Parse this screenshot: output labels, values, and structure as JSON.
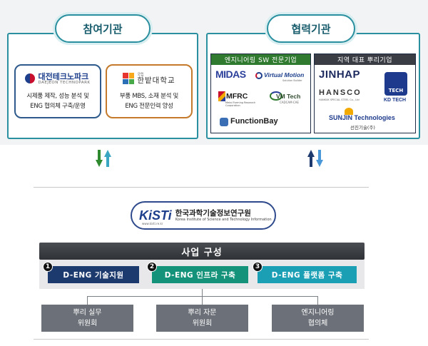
{
  "participating": {
    "title": "참여기관",
    "orgs": [
      {
        "name": "대전테크노파크",
        "name_en": "DAEJEON TECHNOPARK",
        "desc1": "시제품 제작, 성능 분석 및",
        "desc2": "ENG 협의체 구축/운영"
      },
      {
        "name_small": "국립",
        "name": "한밭대학교",
        "desc1": "부품 MBS, 소재 분석 및",
        "desc2": "ENG 전문인력 양성"
      }
    ]
  },
  "partners": {
    "title": "협력기관",
    "sw_group": {
      "header": "엔지니어링 SW 전문기업",
      "logos": [
        "MIDAS",
        "Virtual Motion",
        "MFRC",
        "VM Tech",
        "FunctionBay"
      ],
      "sublabels": {
        "mfrc": "Metal Forming Research Corporation",
        "vmtech": "CADCAM·CAE",
        "vmotion": "Solution Builder"
      }
    },
    "root_group": {
      "header": "지역 대표 뿌리기업",
      "logos": [
        "JINHAP",
        "HANSCO",
        "KD TECH",
        "SUNJIN Technologies"
      ],
      "sublabels": {
        "hansco": "HANKUK SPECIAL STEEL Co., Ltd",
        "kdtech_mark": "TECH",
        "sunjin_kr": "선진기술(주)"
      }
    }
  },
  "kisti": {
    "logo": "KiSTi",
    "name": "한국과학기술정보연구원",
    "name_en": "Korea Institute of Science and Technology Information",
    "url": "www.kisti.re.kr"
  },
  "business": {
    "title": "사업 구성",
    "items": [
      {
        "num": "1",
        "label": "D-ENG 기술지원"
      },
      {
        "num": "2",
        "label": "D-ENG 인프라 구축"
      },
      {
        "num": "3",
        "label": "D-ENG 플랫폼 구축"
      }
    ]
  },
  "committees": [
    {
      "line1": "뿌리 실무",
      "line2": "위원회"
    },
    {
      "line1": "뿌리 자문",
      "line2": "위원회"
    },
    {
      "line1": "엔지니어링",
      "line2": "협의체"
    }
  ],
  "colors": {
    "teal": "#2a8f9e",
    "navy": "#1d3a6e",
    "green": "#14937a",
    "cyan": "#1a9fb5",
    "gray": "#6c7078"
  }
}
